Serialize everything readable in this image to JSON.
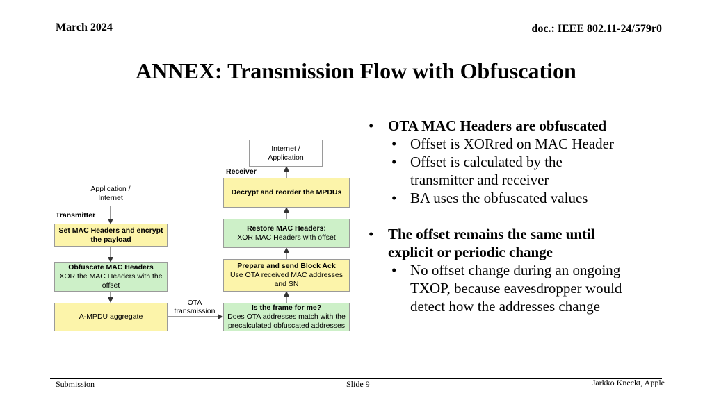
{
  "header": {
    "date": "March 2024",
    "doc": "doc.: IEEE 802.11-24/579r0"
  },
  "title": "ANNEX: Transmission Flow with Obfuscation",
  "diagram": {
    "transmitter_label": "Transmitter",
    "receiver_label": "Receiver",
    "ota_label_1": "OTA",
    "ota_label_2": "transmission",
    "tx": {
      "app": {
        "l1": "Application /",
        "l2": "Internet"
      },
      "encrypt": {
        "l1": "Set MAC Headers and encrypt",
        "l2": "the payload"
      },
      "obfuscate": {
        "title": "Obfuscate MAC Headers",
        "l1": "XOR the MAC Headers with the",
        "l2": "offset"
      },
      "aggregate": {
        "l1": "A-MPDU aggregate"
      }
    },
    "rx": {
      "app": {
        "l1": "Internet /",
        "l2": "Application"
      },
      "decrypt": {
        "l1": "Decrypt and reorder the MPDUs"
      },
      "restore": {
        "title": "Restore MAC Headers:",
        "l1": "XOR MAC Headers with offset"
      },
      "blockack": {
        "title": "Prepare and send Block Ack",
        "l1": "Use OTA received MAC addresses",
        "l2": "and SN"
      },
      "check": {
        "title": "Is the frame for me?",
        "l1": "Does OTA addresses match with the",
        "l2": "precalculated obfuscated addresses"
      }
    }
  },
  "bullets": {
    "b1": "OTA MAC Headers are obfuscated",
    "b1_1": "Offset is XORred on MAC Header",
    "b1_2a": "Offset is calculated by the",
    "b1_2b": "transmitter and receiver",
    "b1_3": "BA uses the obfuscated values",
    "b2a": "The offset remains the same until",
    "b2b": "explicit or periodic change",
    "b2_1a": "No offset change during an ongoing",
    "b2_1b": "TXOP, because eavesdropper would",
    "b2_1c": "detect how the addresses change"
  },
  "footer": {
    "left": "Submission",
    "center": "Slide 9",
    "right": "Jarkko Kneckt, Apple"
  }
}
